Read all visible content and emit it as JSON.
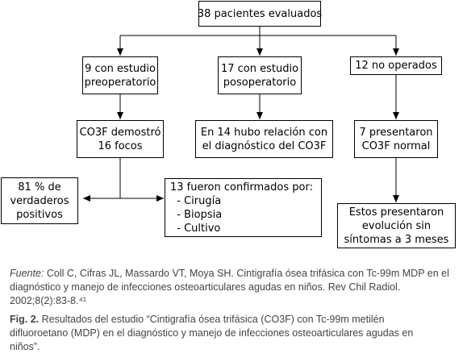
{
  "diagram": {
    "root": "38 pacientes evaluados",
    "branches": [
      {
        "lines": [
          "9 con estudio",
          "preoperatorio"
        ]
      },
      {
        "lines": [
          "17 con estudio",
          "posoperatorio"
        ]
      },
      {
        "lines": [
          "12 no operados"
        ]
      }
    ],
    "second_level": [
      {
        "lines": [
          "CO3F demostró",
          "16 focos"
        ]
      },
      {
        "lines": [
          "En 14 hubo relación con",
          "el diagnóstico del CO3F"
        ]
      },
      {
        "lines": [
          "7 presentaron",
          "CO3F normal"
        ]
      }
    ],
    "third_level": {
      "positives": {
        "lines": [
          "81 % de",
          "verdaderos",
          "positivos"
        ]
      },
      "confirmed": {
        "lines": [
          "13 fueron confirmados por:",
          "  - Cirugía",
          "  - Biopsia",
          "  - Cultivo"
        ]
      },
      "evolution": {
        "lines": [
          "Estos presentaron",
          "evolución sin",
          "síntomas a 3 meses"
        ]
      }
    }
  },
  "caption": {
    "source_label": "Fuente:",
    "source_lines": [
      "Coll C, Cifras JL, Massardo VT, Moya SH. Cintigrafía ósea trifásica con Tc-99m MDP en el",
      "diagnóstico y manejo de infecciones osteoarticulares agudas en niños. Rev Chil Radiol.",
      "2002;8(2):83-8.⁴¹"
    ],
    "figure_label": "Fig. 2.",
    "figure_lines": [
      "Resultados del estudio “Cintigrafía ósea trifásica (CO3F) con Tc-99m metilén",
      "difluoroetano (MDP) en el diagnóstico y manejo de infecciones osteoarticulares agudas en",
      "niños”."
    ]
  }
}
